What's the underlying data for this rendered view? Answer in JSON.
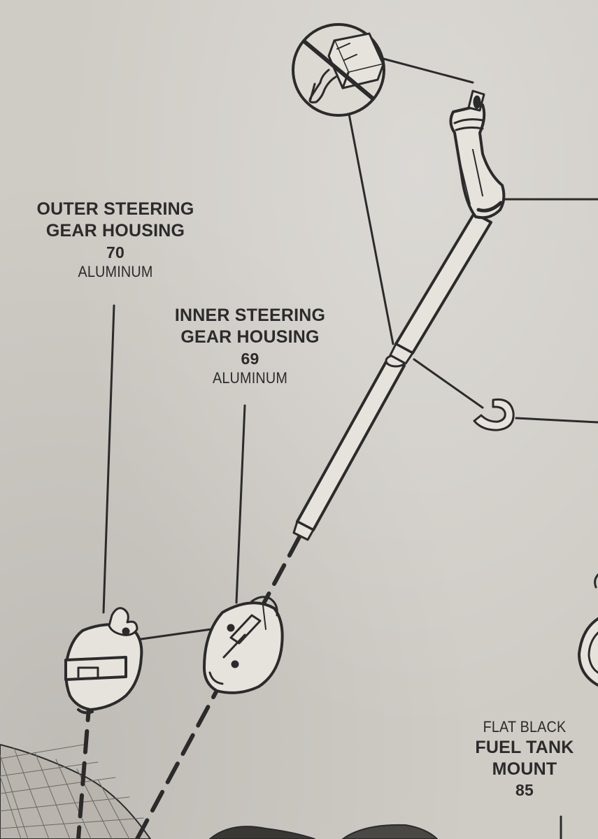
{
  "labels": {
    "outer": {
      "name_line1": "OUTER STEERING",
      "name_line2": "GEAR HOUSING",
      "number": "70",
      "material": "ALUMINUM"
    },
    "inner": {
      "name_line1": "INNER STEERING",
      "name_line2": "GEAR HOUSING",
      "number": "69",
      "material": "ALUMINUM"
    },
    "fuel": {
      "finish": "FLAT BLACK",
      "name_line1": "FUEL TANK",
      "name_line2": "MOUNT",
      "number": "85"
    }
  },
  "colors": {
    "ink": "#2b2b2b",
    "paper": "#cfccc6",
    "part_fill": "#e6e3dd"
  },
  "icons": {
    "prohibited": "no-grease-prohibition-icon"
  }
}
